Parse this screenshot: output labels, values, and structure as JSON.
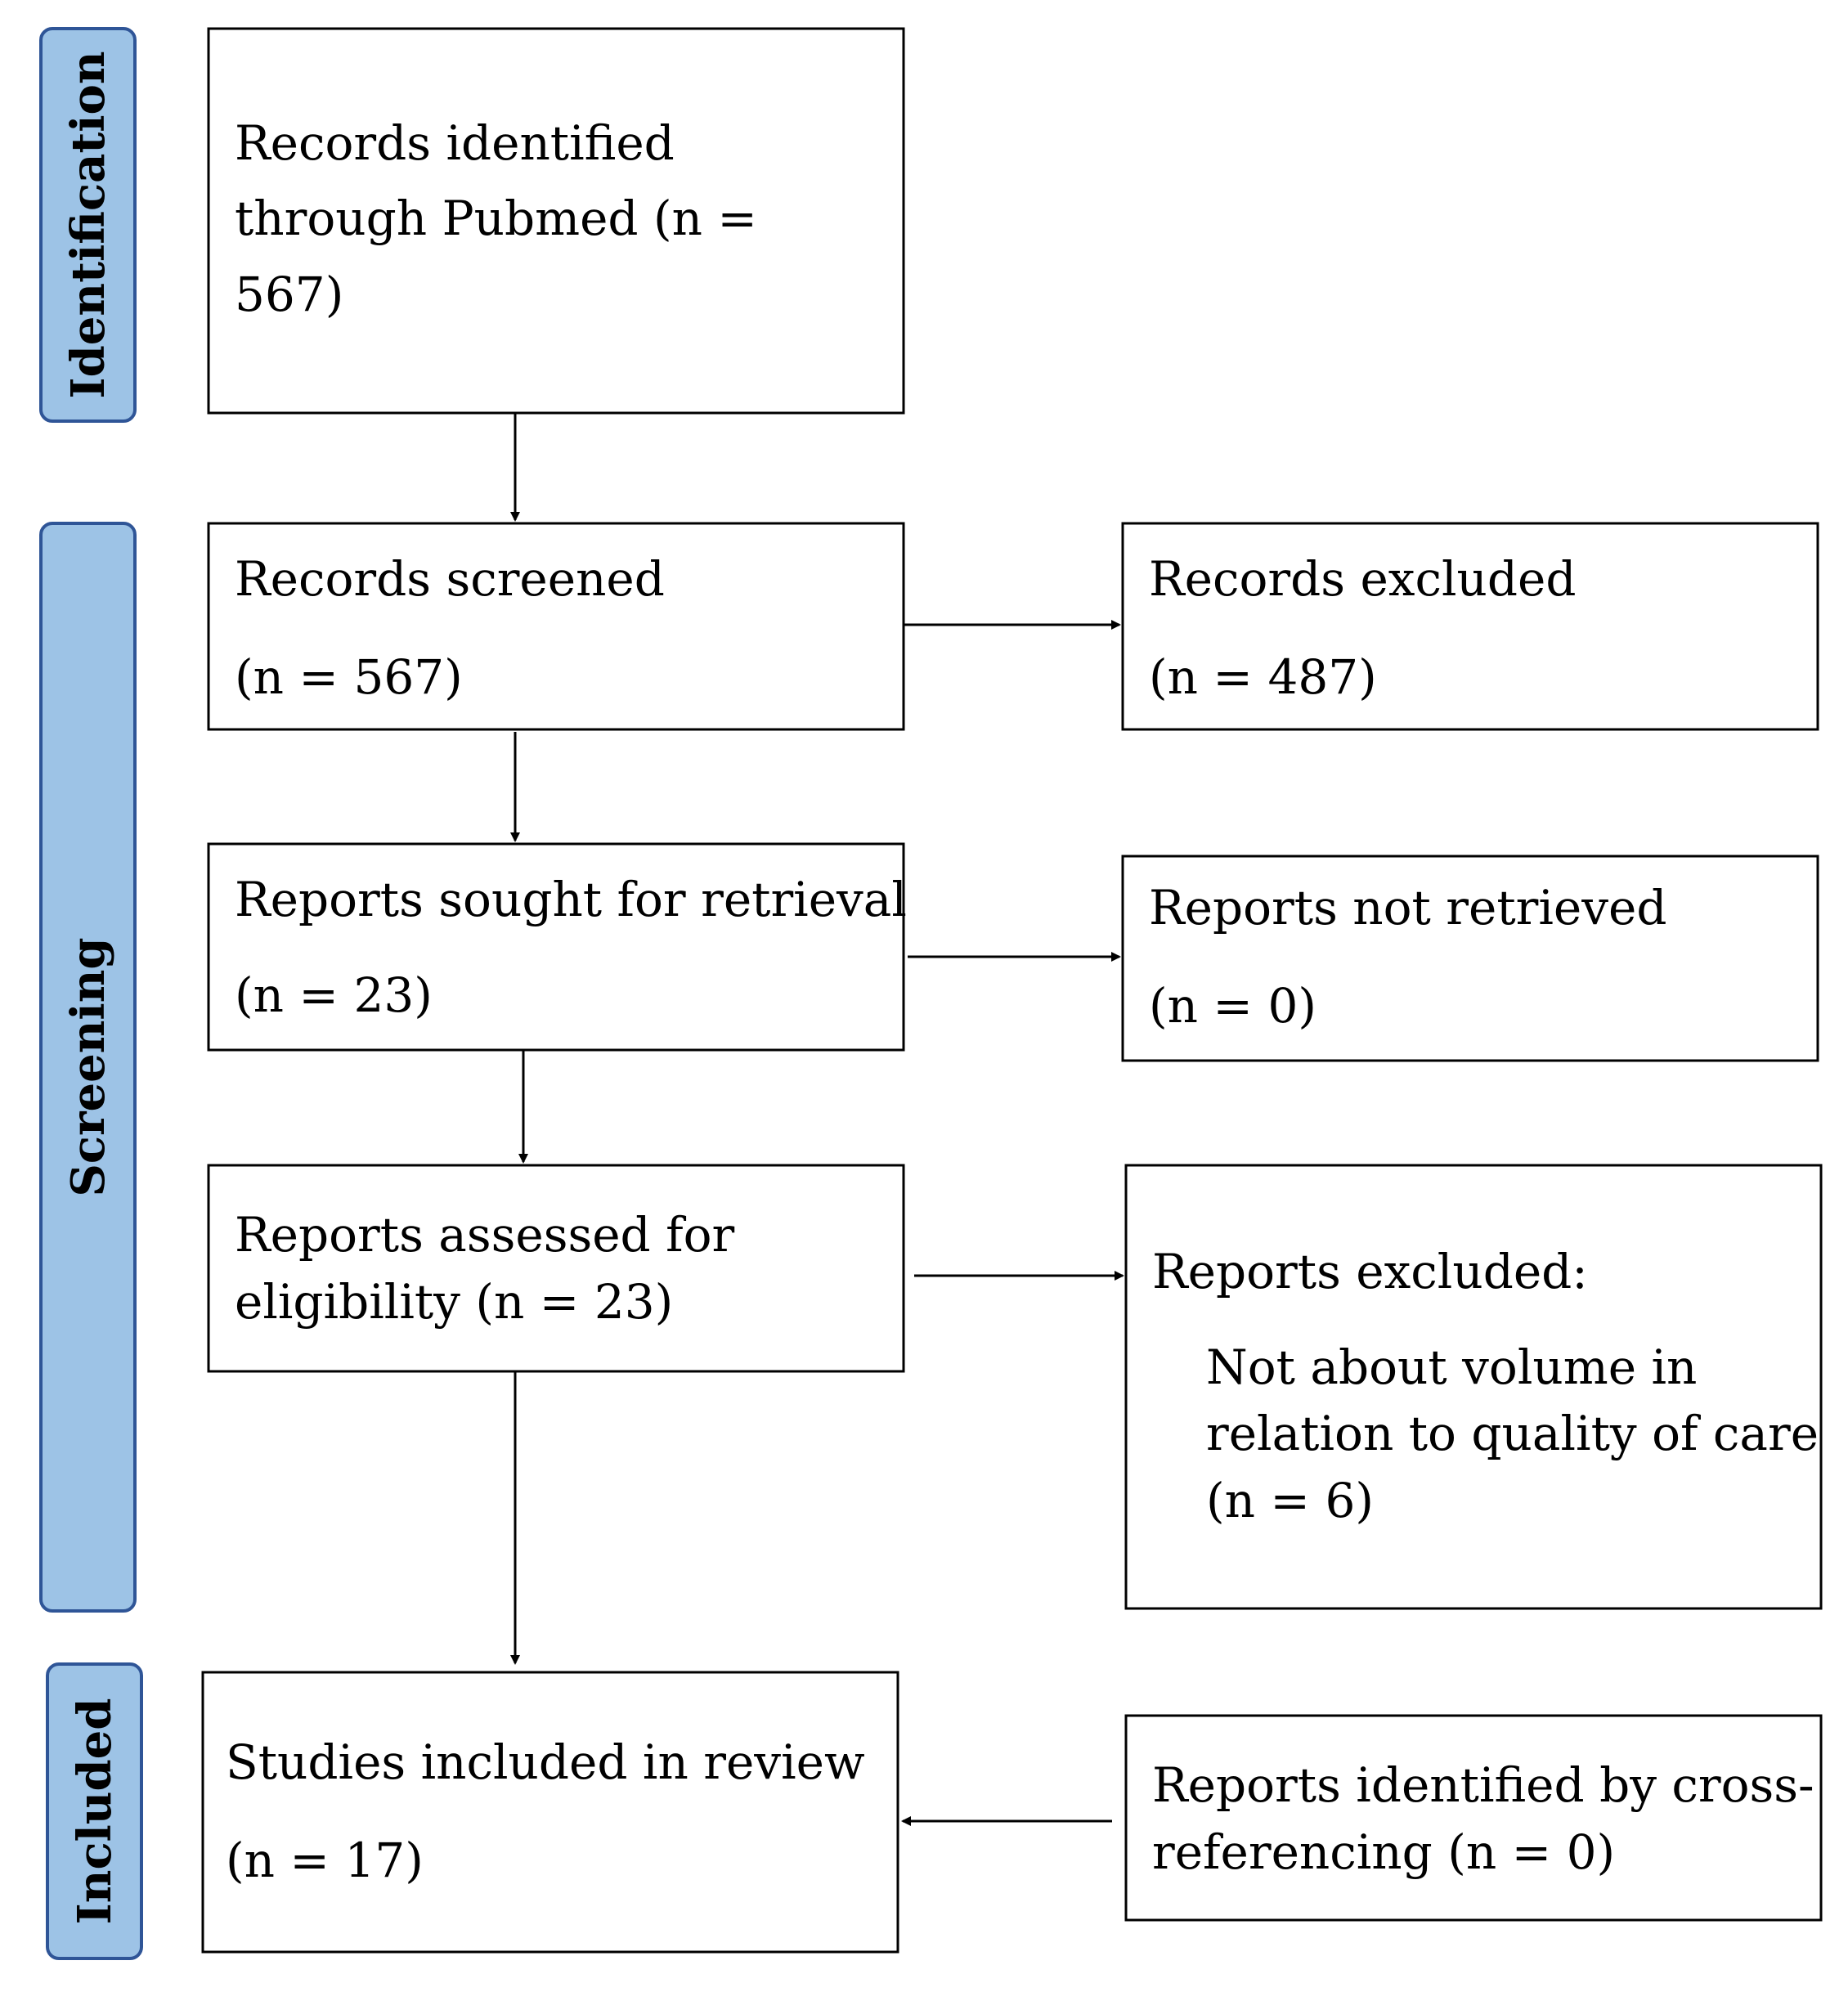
{
  "colors": {
    "phase_fill": "#9dc3e6",
    "phase_stroke": "#2f5597",
    "box_stroke": "#000000",
    "arrow": "#000000"
  },
  "phases": {
    "identification": "Identification",
    "screening": "Screening",
    "included": "Included"
  },
  "boxes": {
    "identified": {
      "line1": "Records identified",
      "line2": "through Pubmed (n =",
      "line3": "567)"
    },
    "screened": {
      "label": "Records screened",
      "count": "(n = 567)"
    },
    "excluded": {
      "label": "Records excluded",
      "count": "(n = 487)"
    },
    "sought": {
      "label": "Reports sought for retrieval",
      "count": "(n = 23)"
    },
    "not_retrieved": {
      "label": "Reports not retrieved",
      "count": "(n = 0)"
    },
    "assessed": {
      "line1": "Reports assessed for",
      "line2": "eligibility  (n = 23)"
    },
    "reports_excluded": {
      "label": "Reports excluded:",
      "reason_line1": "Not about volume in",
      "reason_line2": "relation to quality of care",
      "count": "(n = 6)"
    },
    "included": {
      "label": "Studies included in review",
      "count": "(n = 17)"
    },
    "cross_ref": {
      "line1": "Reports identified  by cross-",
      "line2": "referencing  (n = 0)"
    }
  }
}
